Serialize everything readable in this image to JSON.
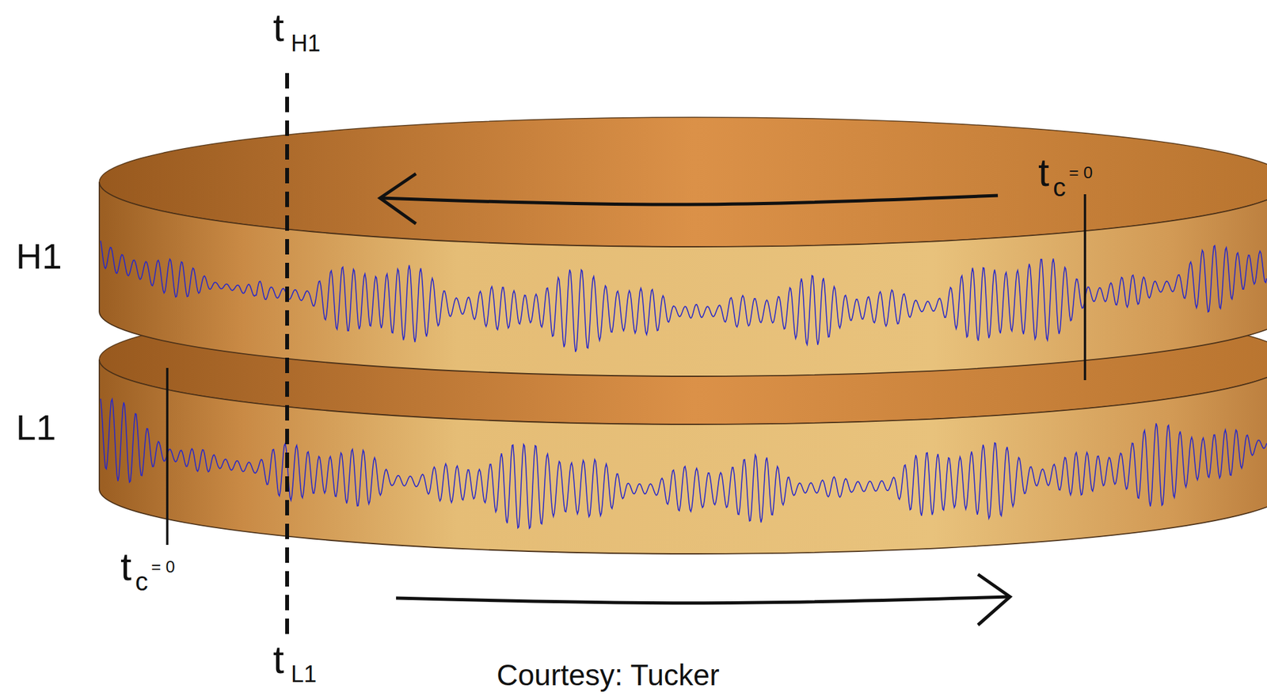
{
  "diagram": {
    "nodes": [
      {
        "text": [
          "H1"
        ]
      },
      {
        "text": [
          "L1"
        ]
      }
    ],
    "labels": [
      "t",
      "H1",
      "t",
      "L1",
      "t",
      "c",
      "= 0",
      "t",
      "c",
      "= 0",
      "Courtesy: Tucker"
    ]
  }
}
